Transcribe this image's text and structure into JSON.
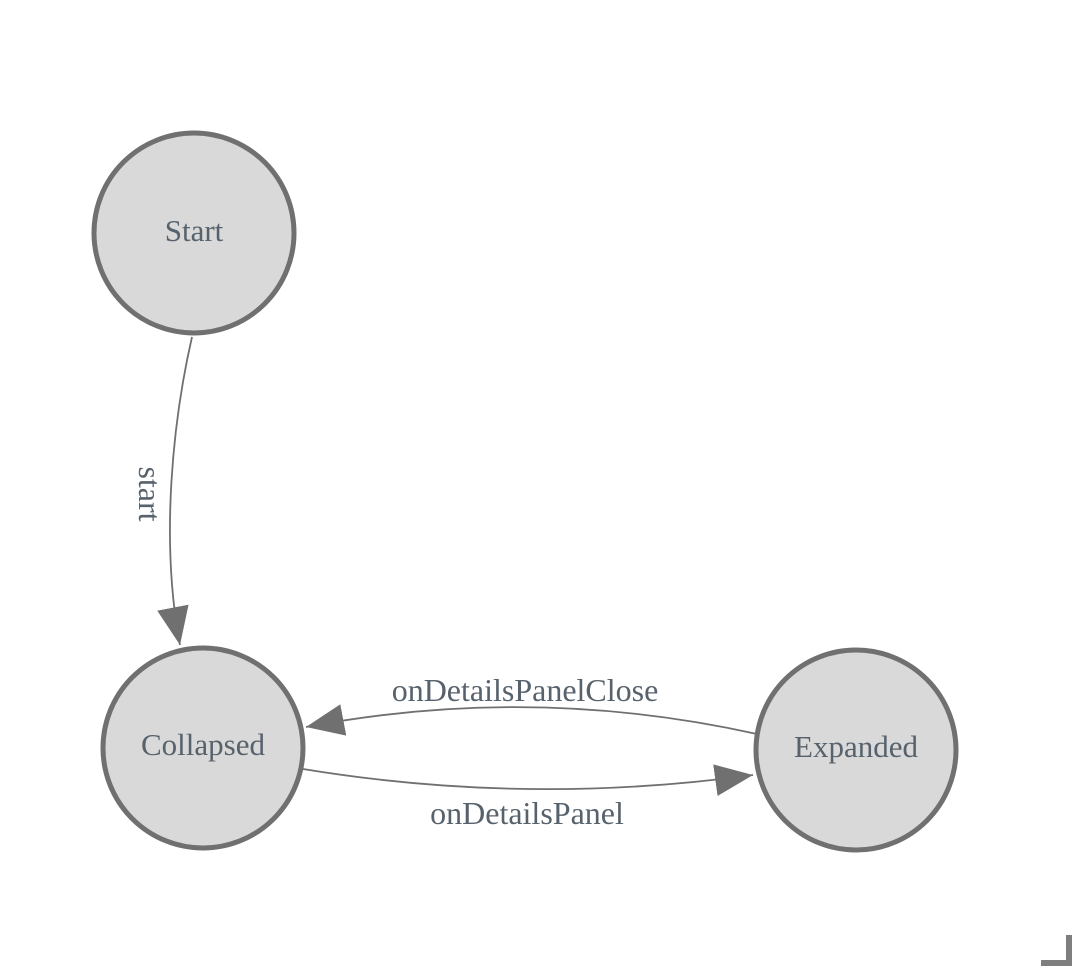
{
  "diagram": {
    "type": "state-machine",
    "states": [
      {
        "label": "Start"
      },
      {
        "label": "Collapsed"
      },
      {
        "label": "Expanded"
      }
    ],
    "transitions": [
      {
        "label": "start",
        "from": "Start",
        "to": "Collapsed"
      },
      {
        "label": "onDetailsPanelClose",
        "from": "Expanded",
        "to": "Collapsed"
      },
      {
        "label": "onDetailsPanel",
        "from": "Collapsed",
        "to": "Expanded"
      }
    ],
    "colors": {
      "background": "#ffffff",
      "node_fill": "#d9d9d9",
      "node_border": "#707070",
      "edge": "#707070",
      "arrowhead": "#707070",
      "label_text": "#57626c",
      "corner_mark": "#7e7e7e"
    }
  }
}
